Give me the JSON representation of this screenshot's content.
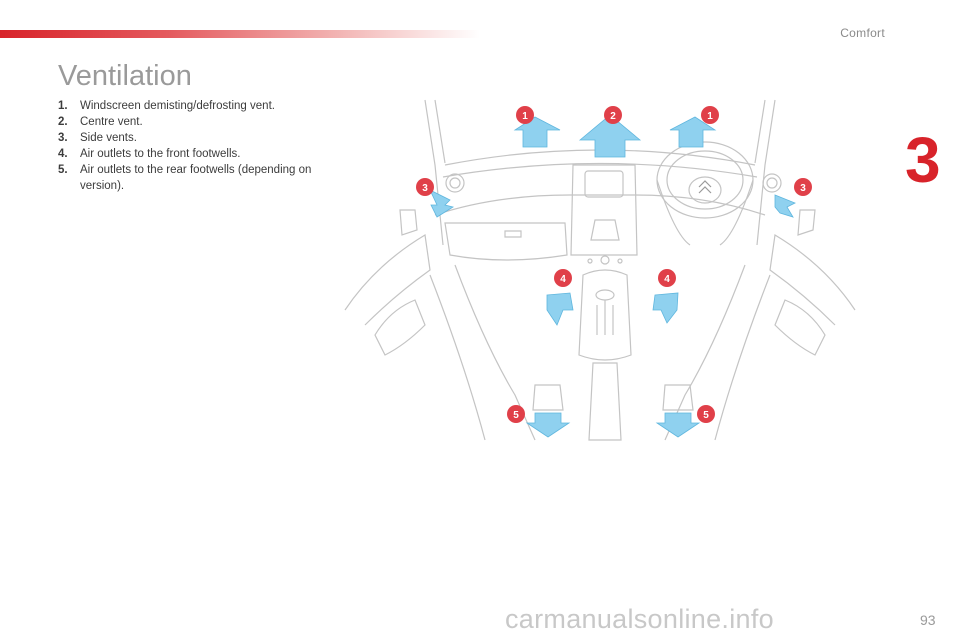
{
  "header": {
    "section": "Comfort",
    "chapter_number": "3"
  },
  "title": "Ventilation",
  "list": [
    {
      "num": "1.",
      "text": "Windscreen demisting/defrosting vent."
    },
    {
      "num": "2.",
      "text": "Centre vent."
    },
    {
      "num": "3.",
      "text": "Side vents."
    },
    {
      "num": "4.",
      "text": "Air outlets to the front footwells."
    },
    {
      "num": "5.",
      "text": "Air outlets to the rear footwells (depending on version)."
    }
  ],
  "figure": {
    "callouts": {
      "c1": "1",
      "c2": "2",
      "c3": "3",
      "c4": "4",
      "c5": "5"
    }
  },
  "footer": {
    "page_number": "93",
    "watermark": "carmanualsonline.info"
  },
  "colors": {
    "accent": "#d8232a",
    "airflow": "#8fd1ef",
    "line": "#c4c4c4"
  }
}
